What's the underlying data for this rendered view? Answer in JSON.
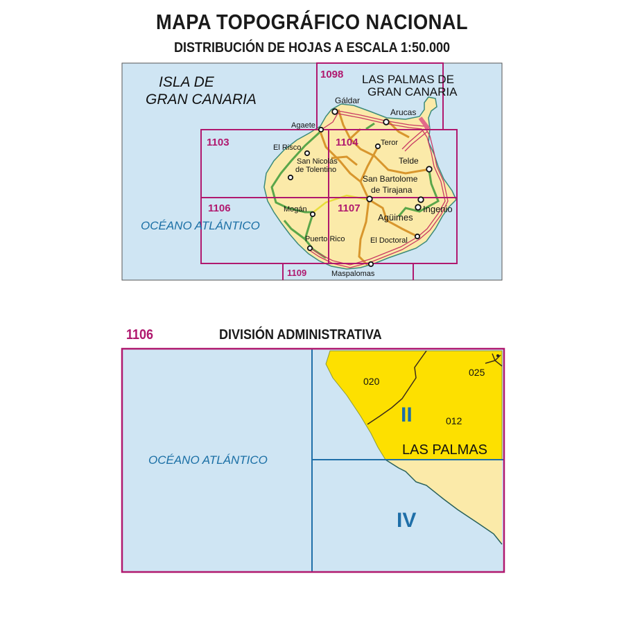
{
  "header": {
    "title": "MAPA TOPOGRÁFICO NACIONAL",
    "subtitle": "DISTRIBUCIÓN DE HOJAS A ESCALA 1:50.000"
  },
  "overview_map": {
    "island_title_line1": "ISLA DE",
    "island_title_line2": "GRAN CANARIA",
    "city_title_line1": "LAS PALMAS DE",
    "city_title_line2": "GRAN CANARIA",
    "ocean_label": "OCÉANO ATLÁNTICO",
    "sheets": [
      {
        "number": "1098"
      },
      {
        "number": "1103"
      },
      {
        "number": "1104"
      },
      {
        "number": "1106"
      },
      {
        "number": "1107"
      },
      {
        "number": "1109"
      }
    ],
    "places": [
      {
        "name": "Gáldar"
      },
      {
        "name": "Arucas"
      },
      {
        "name": "Agaete"
      },
      {
        "name": "Teror"
      },
      {
        "name": "El Risco"
      },
      {
        "name": "San Nicolás"
      },
      {
        "name": "de Tolentino"
      },
      {
        "name": "Telde"
      },
      {
        "name": "San Bartolome"
      },
      {
        "name": "de Tirajana"
      },
      {
        "name": "Mogán"
      },
      {
        "name": "Ingenio"
      },
      {
        "name": "Agüimes"
      },
      {
        "name": "Puerto Rico"
      },
      {
        "name": "El Doctoral"
      },
      {
        "name": "Maspalomas"
      }
    ]
  },
  "admin_map": {
    "sheet_number": "1106",
    "title": "DIVISIÓN ADMINISTRATIVA",
    "ocean_label": "OCÉANO ATLÁNTICO",
    "quadrants": [
      "II",
      "IV"
    ],
    "municipality_codes": [
      "020",
      "025",
      "012"
    ],
    "province_label": "LAS PALMAS"
  },
  "colors": {
    "sea": "#cfe5f3",
    "land": "#fbeaa9",
    "land_highlight": "#fde000",
    "sheet_border": "#b0186e",
    "ocean_text": "#1a6fa5",
    "division_line": "#1f6fa8"
  }
}
